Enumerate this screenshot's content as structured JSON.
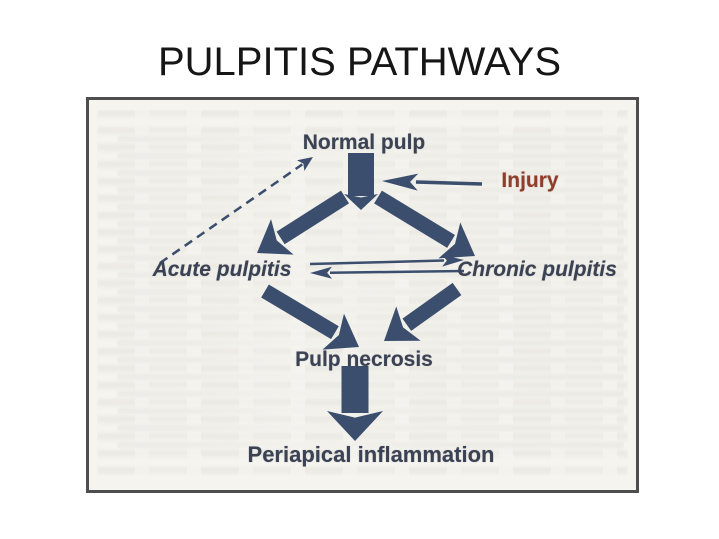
{
  "slide": {
    "title": "PULPITIS PATHWAYS"
  },
  "figure": {
    "nodes": {
      "normal_pulp": "Normal pulp",
      "injury": "Injury",
      "acute_pulpitis": "Acute pulpitis",
      "chronic_pulpitis": "Chronic pulpitis",
      "pulp_necrosis": "Pulp necrosis",
      "periapical_inflammation": "Periapical inflammation"
    },
    "edges": [
      {
        "from": "Injury",
        "to": "Normal pulp",
        "style": "thin-solid"
      },
      {
        "from": "Normal pulp",
        "to": "Acute pulpitis",
        "style": "thick-solid"
      },
      {
        "from": "Normal pulp",
        "to": "Chronic pulpitis",
        "style": "thick-solid"
      },
      {
        "from": "Acute pulpitis",
        "to": "Normal pulp",
        "style": "dashed"
      },
      {
        "from": "Acute pulpitis",
        "to": "Chronic pulpitis",
        "style": "thin-solid"
      },
      {
        "from": "Chronic pulpitis",
        "to": "Acute pulpitis",
        "style": "thin-solid"
      },
      {
        "from": "Acute pulpitis",
        "to": "Pulp necrosis",
        "style": "thick-solid"
      },
      {
        "from": "Chronic pulpitis",
        "to": "Pulp necrosis",
        "style": "thick-solid"
      },
      {
        "from": "Pulp necrosis",
        "to": "Periapical inflammation",
        "style": "thick-solid"
      }
    ],
    "colors": {
      "arrow_navy": "#3b4e6e",
      "injury_red": "#8f3d2c",
      "label_ink": "#3a4254",
      "paper": "#f5f4ef",
      "frame": "#4e4e4e",
      "title_ink": "#161616"
    }
  }
}
